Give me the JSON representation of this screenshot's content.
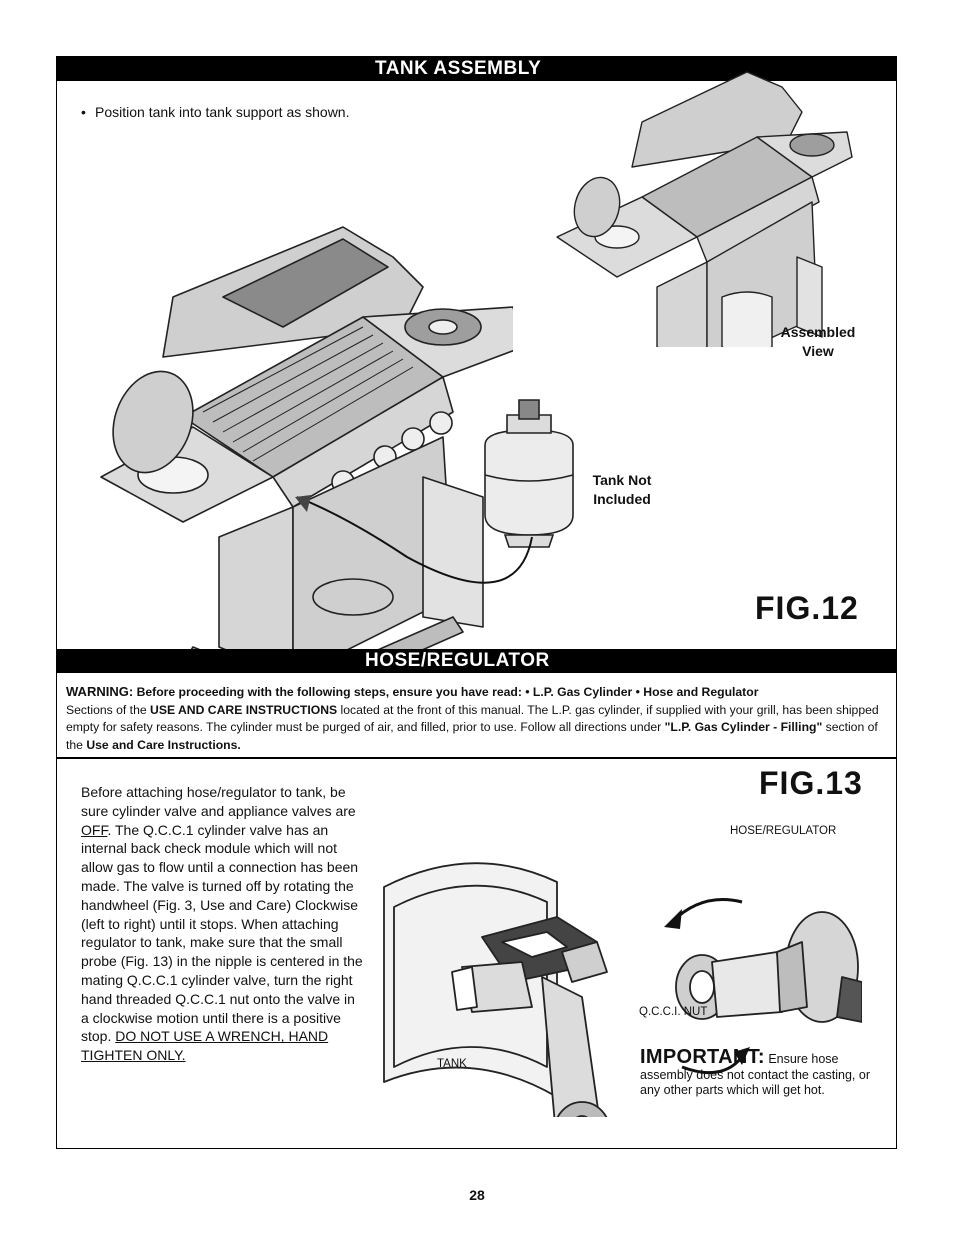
{
  "tank_assembly": {
    "heading": "TANK ASSEMBLY",
    "bullet": "Position tank into tank support as shown.",
    "assembled_view_line1": "Assembled",
    "assembled_view_line2": "View",
    "tank_not_line1": "Tank Not",
    "tank_not_line2": "Included",
    "figure": "FIG.12"
  },
  "hose_regulator": {
    "heading": "HOSE/REGULATOR",
    "warning_label": "WARNING:",
    "warning_bold": "Before proceeding with the following steps, ensure you have read:  • L.P. Gas Cylinder  • Hose and Regulator",
    "warning_t1": "Sections of the ",
    "warning_b1": "USE AND CARE INSTRUCTIONS",
    "warning_t2": " located at the front of this manual. The L.P. gas cylinder, if supplied with your grill, has been shipped empty for safety reasons. The cylinder must be purged of air, and filled, prior to use. Follow all directions under ",
    "warning_b2": "\"L.P. Gas Cylinder - Filling\"",
    "warning_t3": " section of the ",
    "warning_b3": "Use and Care Instructions.",
    "instructions_1": "Before attaching hose/regulator to tank, be sure cylinder valve and appliance valves are ",
    "instructions_off": "OFF",
    "instructions_2": ". The Q.C.C.1 cylinder valve has an internal back check module which will not allow gas to flow until a connection has been made. The valve is turned off by rotating the handwheel (Fig. 3, Use and Care) Clockwise (left to right) until it stops. When attaching regulator to tank, make sure that the small probe (Fig. 13) in the nipple is centered in the mating Q.C.C.1 cylinder valve, turn the right hand threaded Q.C.C.1 nut onto the valve in a clockwise motion until there is a positive stop. ",
    "instructions_warn": "DO NOT USE A WRENCH, HAND TIGHTEN ONLY.",
    "figure": "FIG.13",
    "label_hose": "HOSE/REGULATOR",
    "label_nut": "Q.C.C.I. NUT",
    "label_tank": "TANK",
    "important_label": "IMPORTANT:",
    "important_text": " Ensure hose assembly does not contact the casting, or any other parts which will get hot."
  },
  "page_number": "28"
}
